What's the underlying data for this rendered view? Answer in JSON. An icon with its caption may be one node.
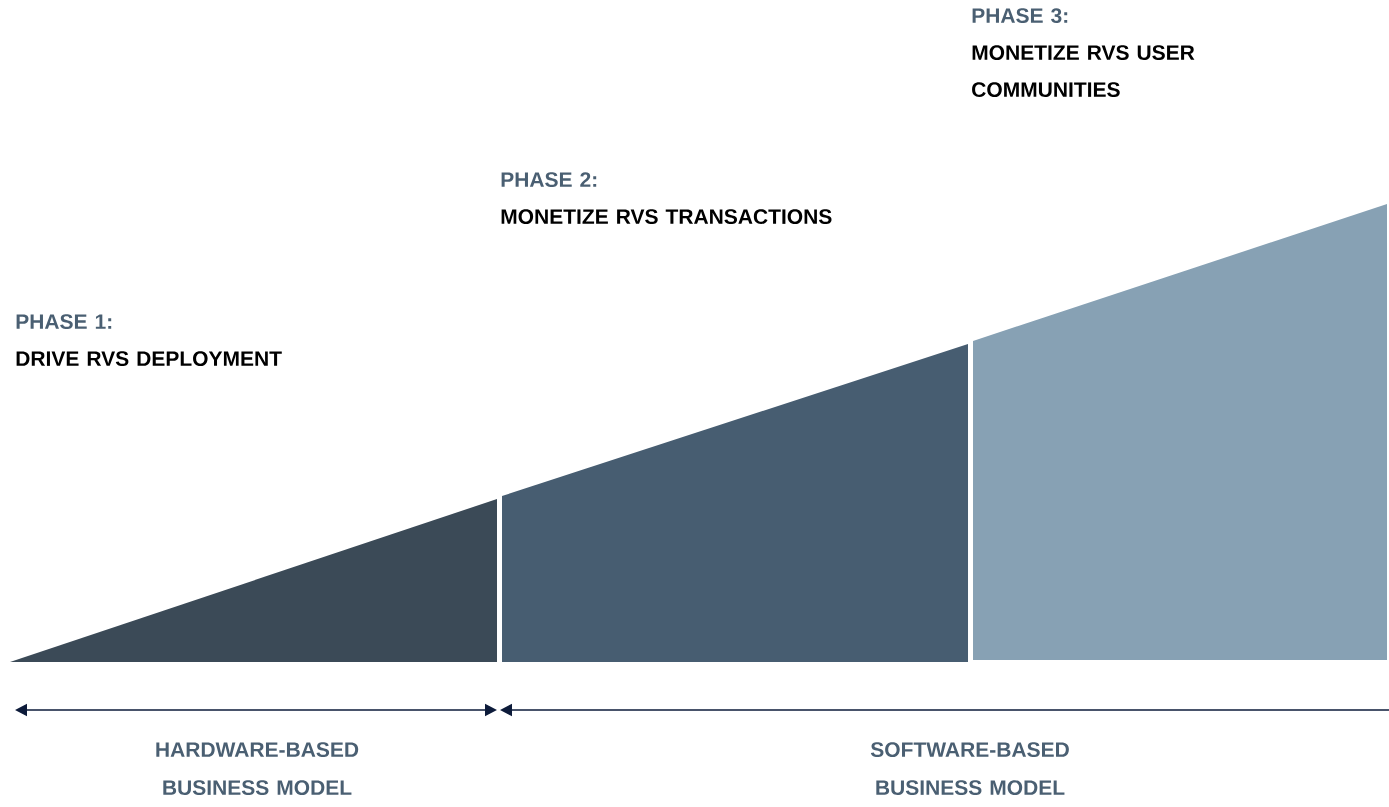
{
  "diagram": {
    "nodes": [
      {
        "text": [],
        "shape": "triangle",
        "beside": [
          "PHASE 1:",
          "DRIVE RVS DEPLOYMENT"
        ]
      },
      {
        "text": [],
        "shape": "trapezoid",
        "beside": [
          "PHASE 2:",
          "MONETIZE RVS TRANSACTIONS"
        ]
      },
      {
        "text": [],
        "shape": "trapezoid",
        "beside": [
          "PHASE 3:",
          "MONETIZE RVS USER COMMUNITIES"
        ]
      }
    ],
    "edges": [],
    "labels": [
      "HARDWARE-BASED BUSINESS MODEL",
      "SOFTWARE-BASED BUSINESS MODEL"
    ]
  }
}
